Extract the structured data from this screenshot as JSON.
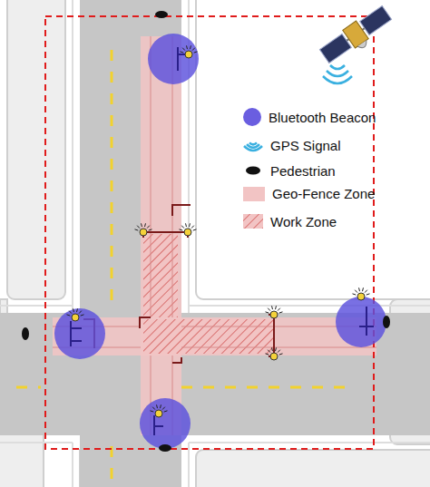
{
  "diagram": {
    "legend": [
      {
        "text": "Bluetooth Beacon",
        "color": "#6a5ee0"
      },
      {
        "text": "GPS Signal"
      },
      {
        "text": "Pedestrian"
      },
      {
        "text": "Geo-Fence Zone",
        "color": "#f2c4c4"
      },
      {
        "text": "Work Zone"
      }
    ]
  }
}
